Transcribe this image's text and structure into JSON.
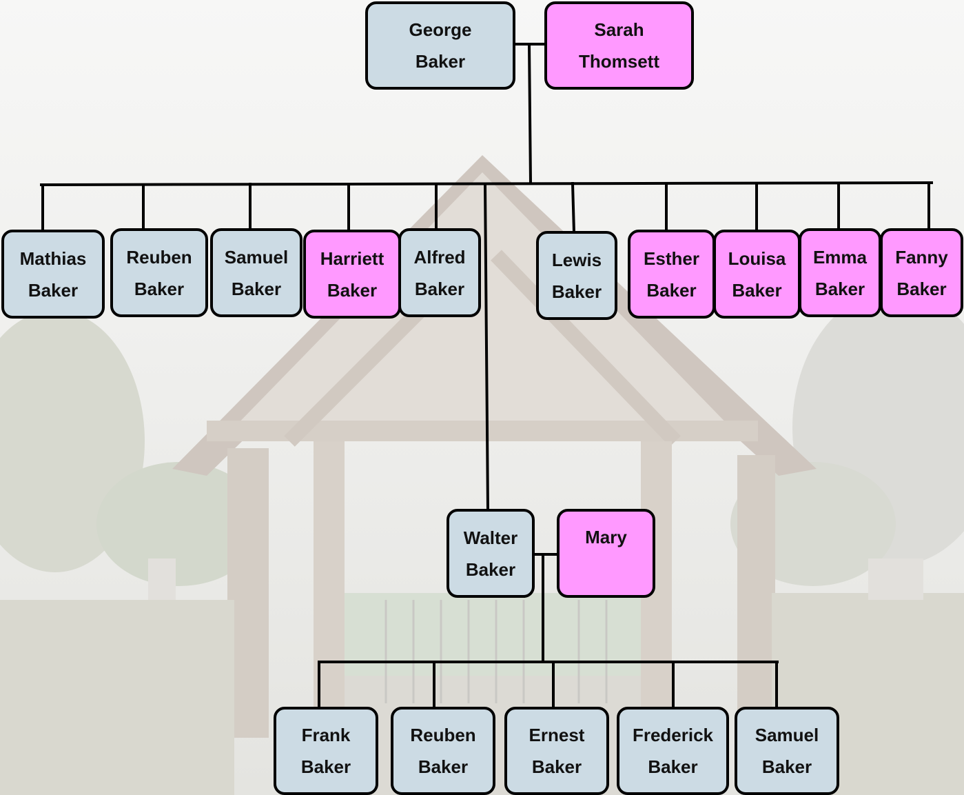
{
  "colors": {
    "male": "#ccdbe4",
    "female": "#ff99ff",
    "line": "#000000"
  },
  "background": {
    "description_icon": "lychgate-photo"
  },
  "people": {
    "george": {
      "first": "George",
      "last": "Baker",
      "sex": "male"
    },
    "sarah": {
      "first": "Sarah",
      "last": "Thomsett",
      "sex": "female"
    },
    "mathias": {
      "first": "Mathias",
      "last": "Baker",
      "sex": "male"
    },
    "reuben1": {
      "first": "Reuben",
      "last": "Baker",
      "sex": "male"
    },
    "samuel1": {
      "first": "Samuel",
      "last": "Baker",
      "sex": "male"
    },
    "harriett": {
      "first": "Harriett",
      "last": "Baker",
      "sex": "female"
    },
    "alfred": {
      "first": "Alfred",
      "last": "Baker",
      "sex": "male"
    },
    "lewis": {
      "first": "Lewis",
      "last": "Baker",
      "sex": "male"
    },
    "esther": {
      "first": "Esther",
      "last": "Baker",
      "sex": "female"
    },
    "louisa": {
      "first": "Louisa",
      "last": "Baker",
      "sex": "female"
    },
    "emma": {
      "first": "Emma",
      "last": "Baker",
      "sex": "female"
    },
    "fanny": {
      "first": "Fanny",
      "last": "Baker",
      "sex": "female"
    },
    "walter": {
      "first": "Walter",
      "last": "Baker",
      "sex": "male"
    },
    "mary": {
      "first": "Mary",
      "last": "",
      "sex": "female"
    },
    "frank": {
      "first": "Frank",
      "last": "Baker",
      "sex": "male"
    },
    "reuben2": {
      "first": "Reuben",
      "last": "Baker",
      "sex": "male"
    },
    "ernest": {
      "first": "Ernest",
      "last": "Baker",
      "sex": "male"
    },
    "frederick": {
      "first": "Frederick",
      "last": "Baker",
      "sex": "male"
    },
    "samuel2": {
      "first": "Samuel",
      "last": "Baker",
      "sex": "male"
    }
  }
}
